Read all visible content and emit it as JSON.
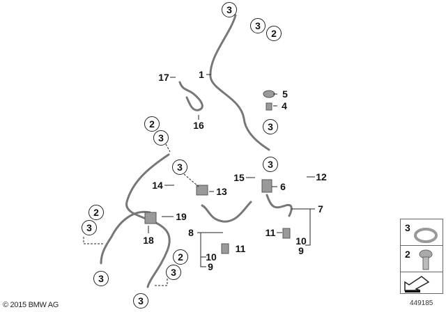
{
  "diagram": {
    "callouts_circled": [
      "3",
      "3",
      "2",
      "3",
      "3",
      "2",
      "3",
      "3",
      "2",
      "3",
      "3",
      "2",
      "3",
      "3"
    ],
    "callouts_plain": [
      "1",
      "17",
      "16",
      "5",
      "4",
      "12",
      "15",
      "6",
      "14",
      "13",
      "19",
      "18",
      "7",
      "8",
      "11",
      "10",
      "9",
      "11",
      "10",
      "9"
    ]
  },
  "legend": {
    "items": [
      {
        "number": "3",
        "icon": "seal-ring-icon"
      },
      {
        "number": "2",
        "icon": "banjo-bolt-icon"
      },
      {
        "number": "",
        "icon": "navigation-arrow-icon"
      }
    ]
  },
  "footer": {
    "copyright": "© 2015 BMW AG",
    "diagram_number": "449185"
  }
}
